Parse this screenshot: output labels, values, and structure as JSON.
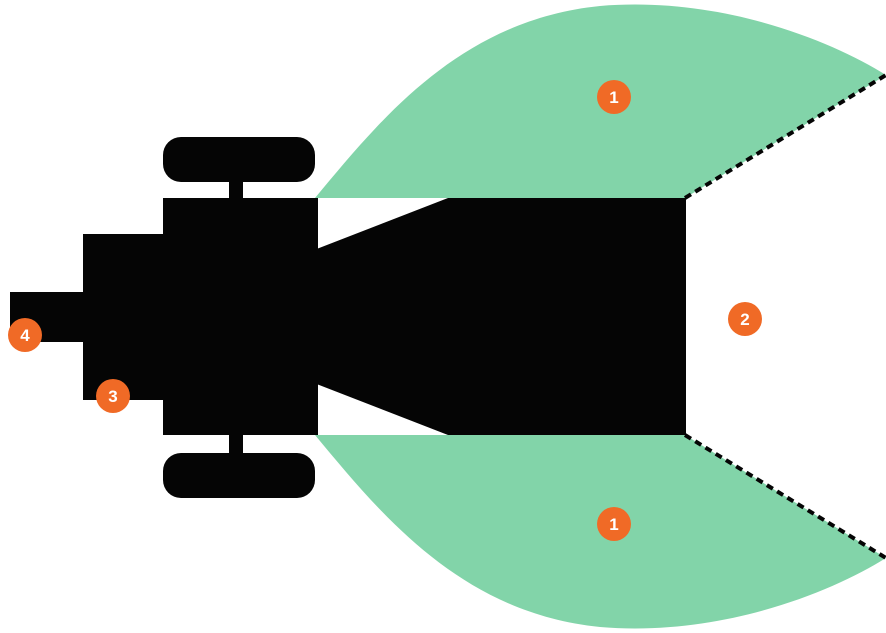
{
  "colors": {
    "background": "#ffffff",
    "vehicle": "#050505",
    "coverage_zone": "#82d4a9",
    "marker": "#f06a26",
    "marker_text": "#ffffff",
    "boundary_line": "#050505"
  },
  "markers": [
    {
      "id": "top-wing",
      "label": "1"
    },
    {
      "id": "bottom-wing",
      "label": "1"
    },
    {
      "id": "front-gap",
      "label": "2"
    },
    {
      "id": "body",
      "label": "3"
    },
    {
      "id": "rear",
      "label": "4"
    }
  ]
}
